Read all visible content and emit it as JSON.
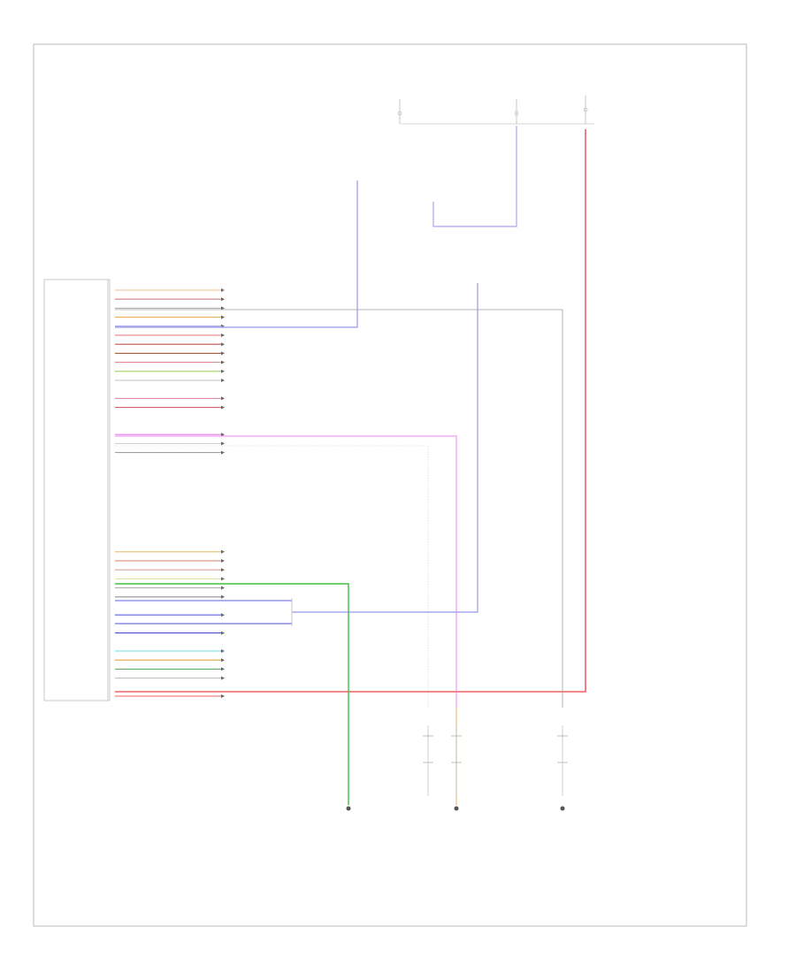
{
  "diagram": {
    "footer_code": "",
    "pins": [
      {
        "label": "",
        "color": "#f0c090",
        "circuit": "",
        "destination": "",
        "row": 0
      },
      {
        "label": "",
        "color": "#d08080",
        "circuit": "",
        "destination": "",
        "row": 1
      },
      {
        "label": "",
        "color": "#b0b0b0",
        "circuit": "",
        "destination": "",
        "row": 2
      },
      {
        "label": "",
        "color": "#e8b060",
        "circuit": "",
        "destination": "",
        "row": 3
      },
      {
        "label": "",
        "color": "#9090d8",
        "circuit": "",
        "destination": "",
        "row": 4
      },
      {
        "label": "",
        "color": "#e07070",
        "circuit": "",
        "destination": "",
        "row": 5
      },
      {
        "label": "",
        "color": "#c05050",
        "circuit": "",
        "destination": "",
        "row": 6
      },
      {
        "label": "",
        "color": "#a06040",
        "circuit": "",
        "destination": "",
        "row": 7
      },
      {
        "label": "",
        "color": "#e09090",
        "circuit": "",
        "destination": "",
        "row": 8
      },
      {
        "label": "",
        "color": "#a0d060",
        "circuit": "",
        "destination": "",
        "row": 9
      },
      {
        "label": "",
        "color": "#c0c0c0",
        "circuit": "",
        "destination": "",
        "row": 10
      },
      {
        "label": "",
        "color": "#e090a0",
        "circuit": "",
        "destination": "",
        "row": 12
      },
      {
        "label": "",
        "color": "#d06070",
        "circuit": "",
        "destination": "",
        "row": 13
      },
      {
        "label": "",
        "color": "#e080e0",
        "circuit": "",
        "destination": "",
        "row": 16
      },
      {
        "label": "",
        "color": "#d0d0d0",
        "circuit": "",
        "destination": "",
        "row": 17
      },
      {
        "label": "",
        "color": "#a0a0a0",
        "circuit": "",
        "destination": "",
        "row": 18
      },
      {
        "label": "",
        "color": "#e0c070",
        "circuit": "",
        "destination": "",
        "row": 29
      },
      {
        "label": "",
        "color": "#d08060",
        "circuit": "",
        "destination": "",
        "row": 30
      },
      {
        "label": "",
        "color": "#e0a0a0",
        "circuit": "",
        "destination": "",
        "row": 31
      },
      {
        "label": "",
        "color": "#e0e0a0",
        "circuit": "",
        "destination": "",
        "row": 32
      },
      {
        "label": "",
        "color": "#b0b0b0",
        "circuit": "",
        "destination": "",
        "row": 33
      },
      {
        "label": "",
        "color": "#909090",
        "circuit": "",
        "destination": "",
        "row": 34
      },
      {
        "label": "",
        "color": "#6060e0",
        "circuit": "",
        "destination": "",
        "row": 36
      },
      {
        "label": "",
        "color": "#5050d0",
        "circuit": "",
        "destination": "",
        "row": 38
      },
      {
        "label": "",
        "color": "#60e0e0",
        "circuit": "",
        "destination": "",
        "row": 40
      },
      {
        "label": "",
        "color": "#e0a040",
        "circuit": "",
        "destination": "",
        "row": 41
      },
      {
        "label": "",
        "color": "#60b060",
        "circuit": "",
        "destination": "",
        "row": 42
      },
      {
        "label": "",
        "color": "#c0c0c0",
        "circuit": "",
        "destination": "",
        "row": 43
      },
      {
        "label": "",
        "color": "#f06060",
        "circuit": "",
        "destination": "",
        "row": 45
      }
    ],
    "module_label": "",
    "fuses": [
      {
        "label": ""
      },
      {
        "label": ""
      },
      {
        "label": ""
      }
    ],
    "splices": [
      {
        "label": ""
      },
      {
        "label": ""
      },
      {
        "label": ""
      }
    ],
    "grounds": [
      {
        "label": ""
      },
      {
        "label": ""
      },
      {
        "label": ""
      }
    ],
    "colors": {
      "border": "#b8b8b8",
      "wire_blue": "#a8a8f0",
      "wire_red": "#f06060",
      "wire_green": "#40c040",
      "wire_pink": "#f080f0",
      "wire_orange": "#e8b060",
      "wire_gray": "#a0a0a0"
    }
  }
}
